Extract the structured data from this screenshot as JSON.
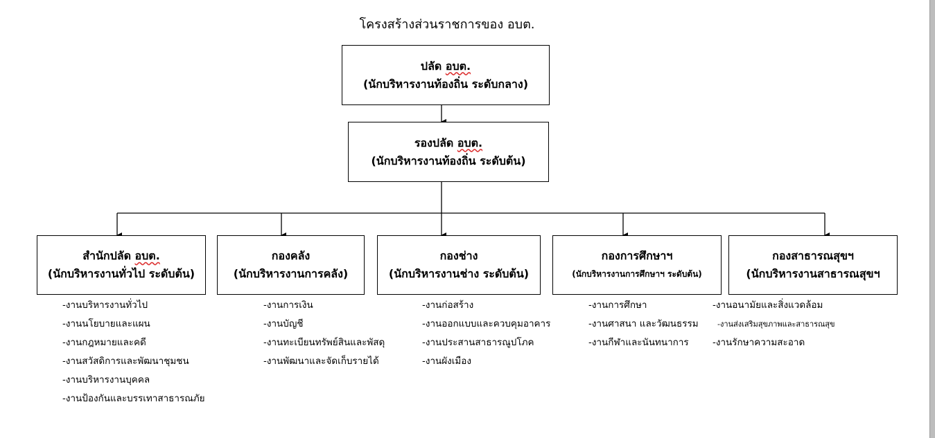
{
  "title": "โครงสร้างส่วนราชการของ อบต.",
  "top": {
    "line1_prefix": "ปลัด ",
    "line1_org": "อบต.",
    "line2": "(นักบริหารงานท้องถิ่น ระดับกลาง)"
  },
  "deputy": {
    "line1_prefix": "รองปลัด ",
    "line1_org": "อบต.",
    "line2": "(นักบริหารงานท้องถิ่น ระดับต้น)"
  },
  "divisions": [
    {
      "line1_prefix": "สำนักปลัด ",
      "line1_org": "อบต.",
      "line2": "(นักบริหารงานทั่วไป ระดับต้น)",
      "tasks": [
        "-งานบริหารงานทั่วไป",
        "-งานนโยบายและแผน",
        "-งานกฎหมายและคดี",
        "-งานสวัสดิการและพัฒนาชุมชน",
        "-งานบริหารงานบุคคล",
        "-งานป้องกันและบรรเทาสาธารณภัย"
      ]
    },
    {
      "line1_prefix": "กองคลัง",
      "line1_org": "",
      "line2": "(นักบริหารงานการคลัง)",
      "tasks": [
        "-งานการเงิน",
        "-งานบัญชี",
        "-งานทะเบียนทรัพย์สินและพัสดุ",
        "-งานพัฒนาและจัดเก็บรายได้"
      ]
    },
    {
      "line1_prefix": "กองช่าง",
      "line1_org": "",
      "line2": "(นักบริหารงานช่าง ระดับต้น)",
      "tasks": [
        "-งานก่อสร้าง",
        "-งานออกแบบและควบคุมอาคาร",
        "-งานประสานสาธารณูปโภค",
        "-งานผังเมือง"
      ]
    },
    {
      "line1_prefix": "กองการศึกษาฯ",
      "line1_org": "",
      "line2": "(นักบริหารงานการศึกษาฯ ระดับต้น)",
      "tasks": [
        "-งานการศึกษา",
        "-งานศาสนา และวัฒนธรรม",
        "-งานกีฬาและนันทนาการ"
      ]
    },
    {
      "line1_prefix": "กองสาธารณสุขฯ",
      "line1_org": "",
      "line2": "(นักบริหารงานสาธารณสุขฯ",
      "tasks": [
        "-งานอนามัยและสิ่งแวดล้อม",
        "-งานส่งเสริมสุขภาพและสาธารณสุข",
        "-งานรักษาความสะอาด"
      ]
    }
  ]
}
